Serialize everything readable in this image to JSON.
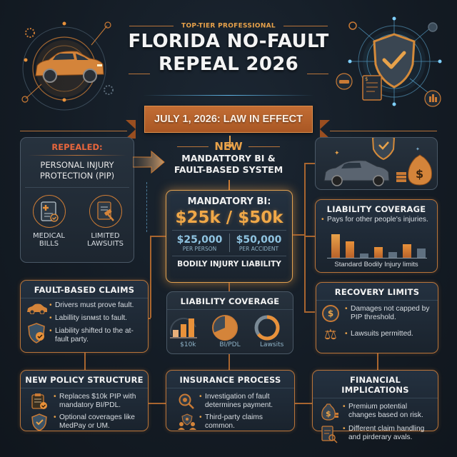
{
  "header": {
    "kicker": "TOP-TIER PROFESSIONAL",
    "title_line1": "FLORIDA NO-FAULT",
    "title_line2": "REPEAL 2026",
    "banner": "JULY 1, 2026: LAW IN EFFECT"
  },
  "repealed": {
    "label": "REPEALED:",
    "title_line1": "PERSONAL INJURY",
    "title_line2": "PROTECTION (PIP)",
    "items": [
      {
        "icon": "medical-document-icon",
        "line1": "MEDICAL",
        "line2": "BILLS"
      },
      {
        "icon": "gavel-document-icon",
        "line1": "LIMITED",
        "line2": "LAWSUITS"
      }
    ]
  },
  "new_system": {
    "kicker": "NEW",
    "title_line1": "MANDATTORY BI &",
    "title_line2": "FAULT-BASED SYSTEM"
  },
  "mandatory_bi": {
    "label": "MANDATORY BI:",
    "amount": "$25k / $50k",
    "per_person_value": "$25,000",
    "per_person_label": "PER PERSON",
    "per_accident_value": "$50,000",
    "per_accident_label": "PER ACCIDENT",
    "footer": "BODILY INJURY LIABILITY"
  },
  "liability_right": {
    "title": "LIABILITY COVERAGE",
    "bullet": "Pays for other people's injuries.",
    "caption": "Standard Bodily Injury limits"
  },
  "liability_center": {
    "title": "LIABILITY COVERAGE",
    "items": [
      {
        "icon": "bar-chart-icon",
        "label": "$10k"
      },
      {
        "icon": "pie-chart-icon",
        "label": "BI/PDL"
      },
      {
        "icon": "donut-chart-icon",
        "label": "Lawsits"
      }
    ]
  },
  "fault_claims": {
    "title": "FAULT-BASED CLAIMS",
    "bullets": [
      "Drivers must prove fault.",
      "Labillity isnмst to fault.",
      "Liability shifted to the at-fault party."
    ]
  },
  "recovery_limits": {
    "title": "RECOVERY LIMITS",
    "bullets": [
      "Damages not capped by PIP threshold.",
      "Lawsuits permitted."
    ]
  },
  "policy_structure": {
    "title": "NEW POLICY STRUCTURE",
    "bullets": [
      "Replaces $10k PIP with mandatory BI/PDL.",
      "Optional coverages like MedPay or UM."
    ]
  },
  "insurance_process": {
    "title": "INSURANCE PROCESS",
    "bullets": [
      "Investigation of fault determines payment.",
      "Third-party claims common."
    ]
  },
  "financial": {
    "title": "FINANCIAL IMPLICATIONS",
    "bullets": [
      "Premium potential changes based on risk.",
      "Different claim handling and pirderary avals."
    ]
  },
  "colors": {
    "background": "#141c25",
    "accent_orange": "#e8a24a",
    "banner_orange": "#b8622a",
    "repealed_red": "#e8663c",
    "value_blue": "#8fc3e0",
    "panel_border": "#b8743a"
  }
}
